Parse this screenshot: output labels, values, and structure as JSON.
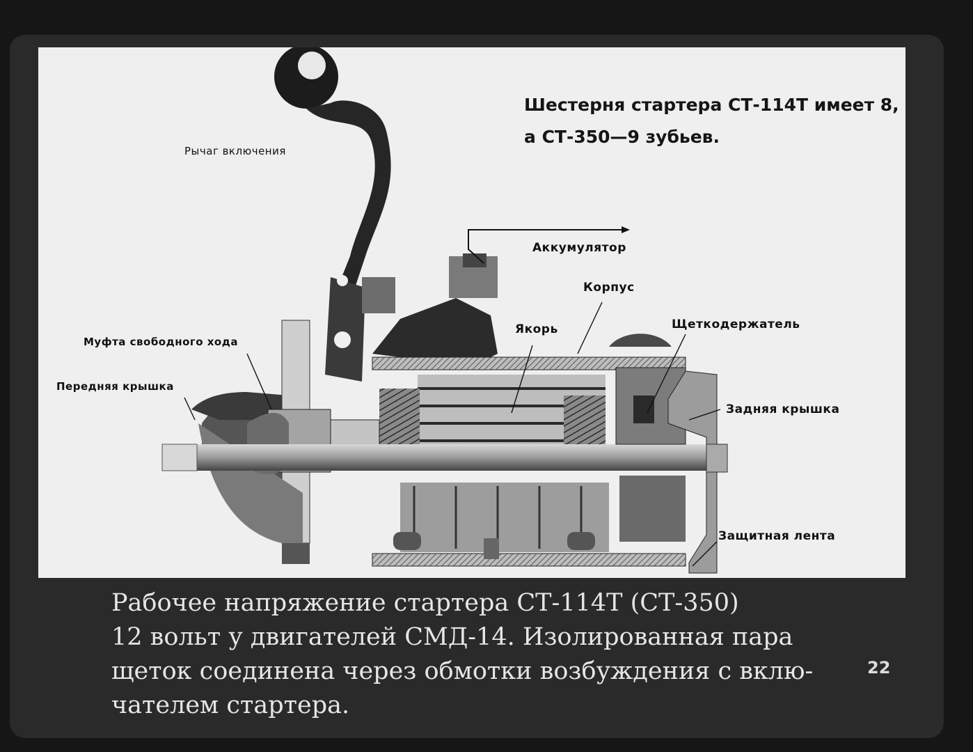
{
  "slide": {
    "note_lines": [
      "Шестерня стартера СТ-114Т имеет 8,",
      "а СТ-350—9 зубьев."
    ],
    "labels": {
      "lever": "Рычаг включения",
      "battery": "Аккумулятор",
      "housing": "Корпус",
      "armature": "Якорь",
      "brush_holder": "Щеткодержатель",
      "freewheel": "Муфта свободного хода",
      "front_cover": "Передняя крышка",
      "rear_cover": "Задняя крышка",
      "protective_band": "Защитная лента"
    },
    "caption_lines": [
      "Рабочее напряжение стартера СТ-114Т (СТ-350)",
      "12 вольт у двигателей СМД-14. Изолированная пара",
      "щеток соединена через обмотки возбуждения с вклю-",
      "чателем стартера."
    ],
    "page_number": "22"
  }
}
